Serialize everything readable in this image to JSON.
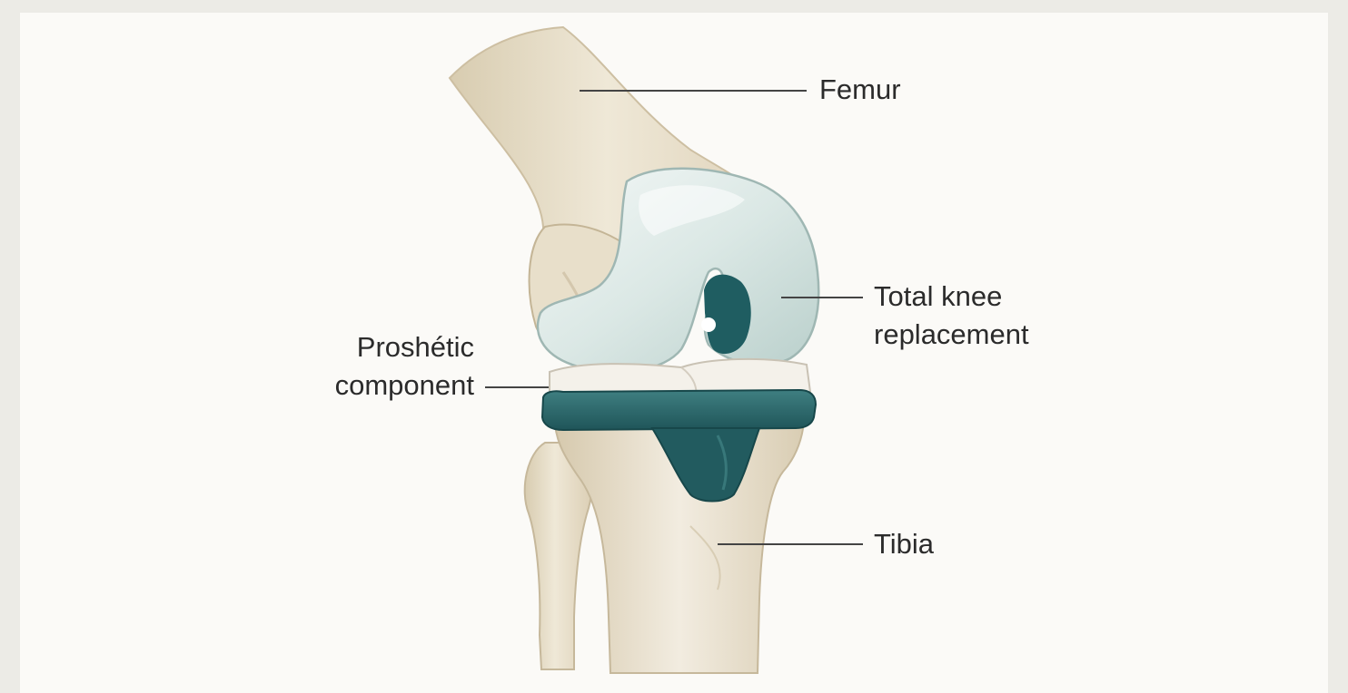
{
  "diagram": {
    "labels": {
      "femur": "Femur",
      "total_knee_line1": "Total knee",
      "total_knee_line2": "replacement",
      "prosthetic_line1": "Proshétic",
      "prosthetic_line2": "component",
      "tibia": "Tibia"
    },
    "colors": {
      "bone": "#ebe3d0",
      "bone_shadow": "#c9bb9f",
      "implant_metal": "#dfeae7",
      "implant_dark": "#245f63",
      "insert": "#f2efe8",
      "leader_line": "#444444"
    }
  }
}
